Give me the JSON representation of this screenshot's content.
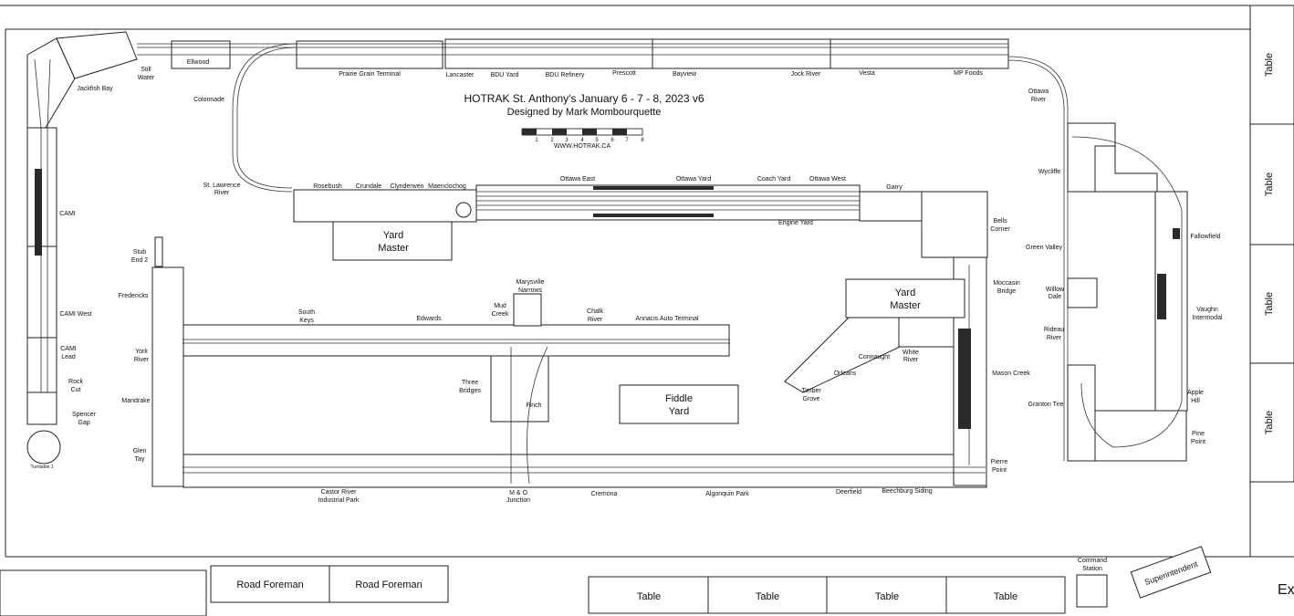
{
  "title": {
    "line1": "HOTRAK St. Anthony's January 6 - 7 - 8, 2023 v6",
    "line2": "Designed by Mark Mombourquette",
    "scale_numbers": [
      "1",
      "2",
      "3",
      "4",
      "5",
      "6",
      "7",
      "8"
    ],
    "url": "WWW.HOTRAK.CA"
  },
  "boxes": {
    "yard_master_1": [
      "Yard",
      "Master"
    ],
    "yard_master_2": [
      "Yard",
      "Master"
    ],
    "fiddle_yard": [
      "Fiddle",
      "Yard"
    ]
  },
  "bottom_row": {
    "road_foreman_1": "Road Foreman",
    "road_foreman_2": "Road Foreman",
    "tables": [
      "Table",
      "Table",
      "Table",
      "Table"
    ],
    "command_station": [
      "Command",
      "Station"
    ],
    "superintendent": "Superintendent",
    "exit_fragment": "Ex"
  },
  "right_tables": [
    "Table",
    "Table",
    "Table",
    "Table"
  ],
  "labels": {
    "top": [
      "Ellwood",
      "Prairie Grain Terminal",
      "Lancaster",
      "BDU Yard",
      "BDU Refinery",
      "Prescott",
      "Bayview",
      "Jock River",
      "Vesta",
      "MP Foods"
    ],
    "left": [
      "Still",
      "Water",
      "Jackfish Bay",
      "Colonnade",
      "CAMI",
      "CAMI West",
      "CAMI",
      "Lead",
      "Rock",
      "Cut",
      "Spencer",
      "Gap",
      "Turntable 1"
    ],
    "yard_row": [
      "St. Lawrence",
      "River",
      "Rosebush",
      "Crundale",
      "Clynderwen",
      "Maenclochog",
      "Ottawa East",
      "Ottawa Yard",
      "Coach Yard",
      "Ottawa West",
      "Garry",
      "Engine Yard"
    ],
    "right": [
      "Ottawa",
      "River",
      "Wycliffe",
      "Bells",
      "Corner",
      "Green Valley",
      "Moccasin",
      "Bridge",
      "Willow",
      "Dale",
      "Rideau",
      "River",
      "Mason Creek",
      "Granton Tire",
      "Pierre",
      "Point",
      "Fallowfield",
      "Vaughn",
      "Intermodal",
      "Apple",
      "Hill",
      "Pine",
      "Point"
    ],
    "inner": [
      "Stub",
      "End 2",
      "Fredericks",
      "South",
      "Keys",
      "Edwards",
      "Marysville",
      "Narrows",
      "Mud",
      "Creek",
      "Chalk",
      "River",
      "Annacis Auto Terminal",
      "York",
      "River",
      "Mandrake",
      "Three",
      "Bridges",
      "Finch",
      "Connaught",
      "White",
      "River",
      "Orleans",
      "Timber",
      "Grove",
      "Glen",
      "Tay"
    ],
    "bottom": [
      "Castor River",
      "Industrial Park",
      "M & O",
      "Junction",
      "Cremona",
      "Algonquin Park",
      "Deerfield",
      "Beechburg Siding"
    ]
  }
}
